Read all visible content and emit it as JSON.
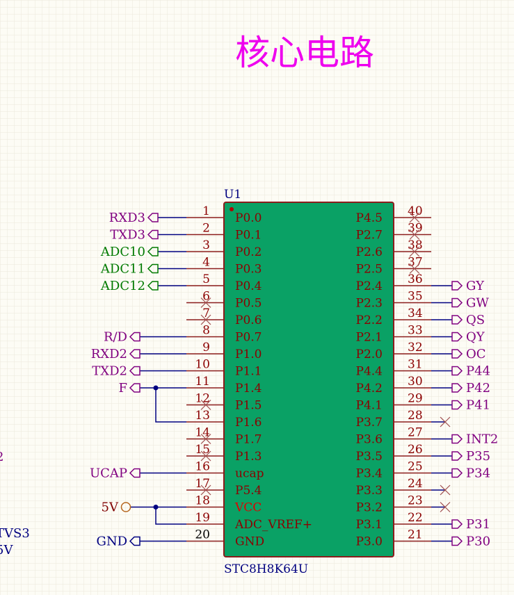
{
  "title": "核心电路",
  "colors": {
    "grid": "#ece8dc",
    "chip_fill": "#0aa165",
    "chip_stroke": "#8b1c1c",
    "pin_line": "#8b1c1c",
    "pin_text": "#8b0000",
    "wire": "#000080",
    "port_purple": "#800080",
    "port_green": "#007a00",
    "title": "#ee00ee",
    "designator": "#000080",
    "noconnect": "#a05050",
    "vcc_text": "#e00000"
  },
  "component": {
    "designator": "U1",
    "part": "STC8H8K64U",
    "left_pins": [
      {
        "num": "1",
        "name": "P0.0",
        "nc": false
      },
      {
        "num": "2",
        "name": "P0.1",
        "nc": false
      },
      {
        "num": "3",
        "name": "P0.2",
        "nc": false
      },
      {
        "num": "4",
        "name": "P0.3",
        "nc": false
      },
      {
        "num": "5",
        "name": "P0.4",
        "nc": false
      },
      {
        "num": "6",
        "name": "P0.5",
        "nc": true
      },
      {
        "num": "7",
        "name": "P0.6",
        "nc": true
      },
      {
        "num": "8",
        "name": "P0.7",
        "nc": false
      },
      {
        "num": "9",
        "name": "P1.0",
        "nc": false
      },
      {
        "num": "10",
        "name": "P1.1",
        "nc": false
      },
      {
        "num": "11",
        "name": "P1.4",
        "nc": false
      },
      {
        "num": "12",
        "name": "P1.5",
        "nc": true
      },
      {
        "num": "13",
        "name": "P1.6",
        "nc": false
      },
      {
        "num": "14",
        "name": "P1.7",
        "nc": true
      },
      {
        "num": "15",
        "name": "P1.3",
        "nc": true
      },
      {
        "num": "16",
        "name": "ucap",
        "nc": false
      },
      {
        "num": "17",
        "name": "P5.4",
        "nc": true
      },
      {
        "num": "18",
        "name": "VCC",
        "nc": false,
        "red": true
      },
      {
        "num": "19",
        "name": "ADC_VREF+",
        "nc": false
      },
      {
        "num": "20",
        "name": "GND",
        "nc": false
      }
    ],
    "right_pins": [
      {
        "num": "40",
        "name": "P4.5",
        "nc": true
      },
      {
        "num": "39",
        "name": "P2.7",
        "nc": true
      },
      {
        "num": "38",
        "name": "P2.6",
        "nc": true
      },
      {
        "num": "37",
        "name": "P2.5",
        "nc": true
      },
      {
        "num": "36",
        "name": "P2.4",
        "nc": false
      },
      {
        "num": "35",
        "name": "P2.3",
        "nc": false
      },
      {
        "num": "34",
        "name": "P2.2",
        "nc": false
      },
      {
        "num": "33",
        "name": "P2.1",
        "nc": false
      },
      {
        "num": "32",
        "name": "P2.0",
        "nc": false
      },
      {
        "num": "31",
        "name": "P4.4",
        "nc": false
      },
      {
        "num": "30",
        "name": "P4.2",
        "nc": false
      },
      {
        "num": "29",
        "name": "P4.1",
        "nc": false
      },
      {
        "num": "28",
        "name": "P3.7",
        "nc": false
      },
      {
        "num": "27",
        "name": "P3.6",
        "nc": false
      },
      {
        "num": "26",
        "name": "P3.5",
        "nc": false
      },
      {
        "num": "25",
        "name": "P3.4",
        "nc": false
      },
      {
        "num": "24",
        "name": "P3.3",
        "nc": false
      },
      {
        "num": "23",
        "name": "P3.2",
        "nc": false
      },
      {
        "num": "22",
        "name": "P3.1",
        "nc": false
      },
      {
        "num": "21",
        "name": "P3.0",
        "nc": false
      }
    ]
  },
  "left_ports": [
    {
      "label": "RXD3",
      "pin": "1",
      "color": "purple"
    },
    {
      "label": "TXD3",
      "pin": "2",
      "color": "purple"
    },
    {
      "label": "ADC10",
      "pin": "3",
      "color": "green"
    },
    {
      "label": "ADC11",
      "pin": "4",
      "color": "green"
    },
    {
      "label": "ADC12",
      "pin": "5",
      "color": "green"
    },
    {
      "label": "R/D",
      "pin": "8",
      "color": "purple"
    },
    {
      "label": "RXD2",
      "pin": "9",
      "color": "purple"
    },
    {
      "label": "TXD2",
      "pin": "10",
      "color": "purple"
    },
    {
      "label": "F",
      "pin": "11",
      "color": "purple"
    },
    {
      "label": "UCAP",
      "pin": "16",
      "color": "purple"
    },
    {
      "label": "GND",
      "pin": "20",
      "color": "navy"
    }
  ],
  "power": {
    "label": "5V",
    "pin": "18"
  },
  "right_ports": [
    {
      "label": "GY",
      "pin": "36"
    },
    {
      "label": "GW",
      "pin": "35"
    },
    {
      "label": "QS",
      "pin": "34"
    },
    {
      "label": "QY",
      "pin": "33"
    },
    {
      "label": "OC",
      "pin": "32"
    },
    {
      "label": "P44",
      "pin": "31"
    },
    {
      "label": "P42",
      "pin": "30"
    },
    {
      "label": "P41",
      "pin": "29"
    },
    {
      "label": "INT2",
      "pin": "27"
    },
    {
      "label": "P35",
      "pin": "26"
    },
    {
      "label": "P34",
      "pin": "25"
    },
    {
      "label": "P31",
      "pin": "22"
    },
    {
      "label": "P30",
      "pin": "21"
    }
  ],
  "right_nc_wires": [
    "28",
    "24",
    "23"
  ],
  "edge_texts": {
    "tvs": "TVS3",
    "v": "5V"
  }
}
